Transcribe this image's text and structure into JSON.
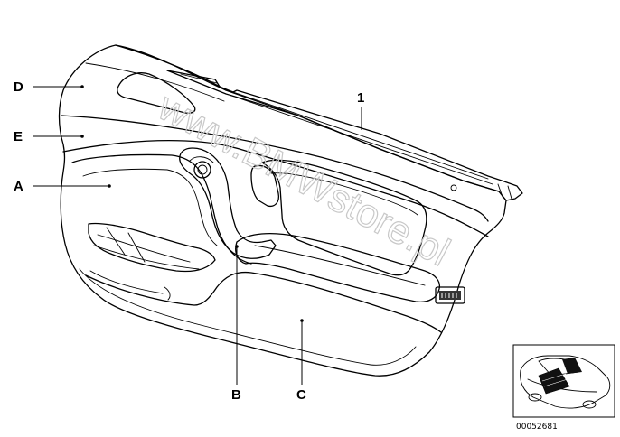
{
  "callouts": {
    "D": "D",
    "E": "E",
    "A": "A",
    "one": "1",
    "B": "B",
    "C": "C"
  },
  "watermark": "www.BMWstore.pl",
  "inset": {
    "part_number": "00052681"
  }
}
